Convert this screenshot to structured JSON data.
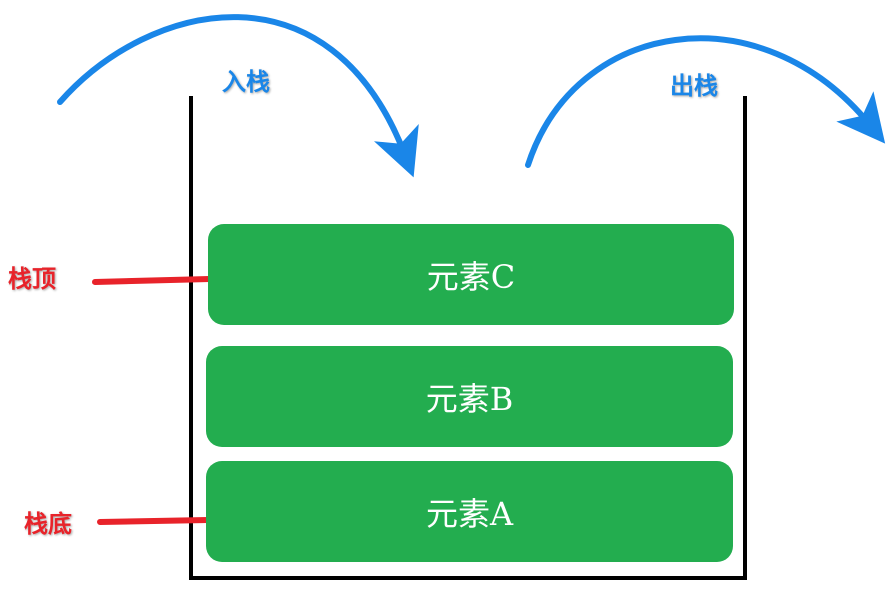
{
  "labels": {
    "push": "入栈",
    "pop": "出栈",
    "top": "栈顶",
    "bottom": "栈底"
  },
  "elements": [
    {
      "label": "元素C"
    },
    {
      "label": "元素B"
    },
    {
      "label": "元素A"
    }
  ],
  "colors": {
    "blue_arrow": "#1a86e8",
    "red_arrow": "#e8232a",
    "element_fill": "#23ad4f",
    "container_stroke": "#000000"
  }
}
